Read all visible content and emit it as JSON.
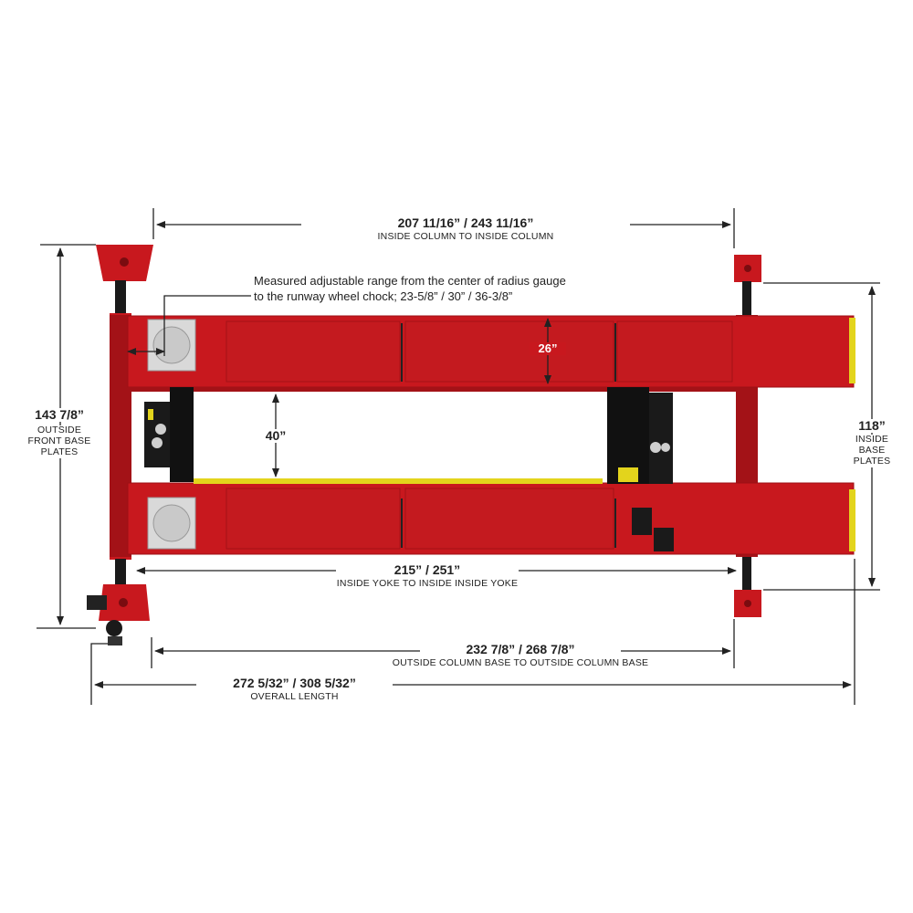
{
  "dimensions": {
    "inside_column": {
      "value": "207 11/16”  /  243 11/16”",
      "label": "INSIDE COLUMN TO INSIDE COLUMN"
    },
    "front_base_plates": {
      "value": "143 7/8”",
      "label_line1": "OUTSIDE",
      "label_line2": "FRONT BASE",
      "label_line3": "PLATES"
    },
    "inside_base_plates": {
      "value": "118”",
      "label_line1": "INSIDE",
      "label_line2": "BASE",
      "label_line3": "PLATES"
    },
    "runway_width": {
      "value": "26”"
    },
    "runway_gap": {
      "value": "40”"
    },
    "inside_yoke": {
      "value": "215” / 251”",
      "label": "INSIDE YOKE TO INSIDE INSIDE YOKE"
    },
    "outside_column_base": {
      "value": "232 7/8” / 268 7/8”",
      "label": "OUTSIDE COLUMN BASE TO OUTSIDE COLUMN BASE"
    },
    "overall_length": {
      "value": "272 5/32” / 308 5/32”",
      "label": "OVERALL LENGTH"
    }
  },
  "note": {
    "line1": "Measured adjustable range from the center of radius gauge",
    "line2": "to the runway wheel chock; 23-5/8” / 30” / 36-3/8”"
  },
  "colors": {
    "lift_red": "#c8181e",
    "lift_red_dark": "#a31217",
    "accent_yellow": "#e3d41c",
    "plate_gray": "#d9d9d9",
    "dimension_line": "#222222"
  }
}
